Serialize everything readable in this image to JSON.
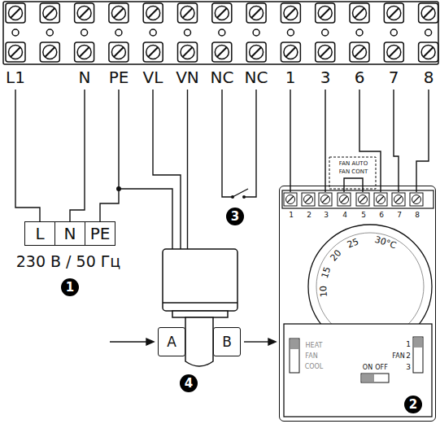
{
  "diagram": {
    "nodes": [
      {
        "text": [
          "L"
        ]
      },
      {
        "text": [
          "N"
        ]
      },
      {
        "text": [
          "PE"
        ]
      },
      {
        "text": [
          "A"
        ]
      },
      {
        "text": [
          "B"
        ]
      },
      {
        "text": [
          "1",
          "2",
          "3",
          "4",
          "5",
          "6",
          "7",
          "8",
          "FAN AUTO",
          "FAN CONT",
          "10",
          "15",
          "20",
          "25",
          "30°C",
          "HEAT",
          "FAN",
          "COOL",
          "ON",
          "OFF",
          "FAN",
          "1",
          "2",
          "3"
        ]
      }
    ],
    "labels": [
      "L1",
      "N",
      "PE",
      "VL",
      "VN",
      "NC",
      "NC",
      "1",
      "3",
      "6",
      "7",
      "8",
      "230 В / 50 Гц",
      "1",
      "2",
      "3",
      "4"
    ]
  }
}
